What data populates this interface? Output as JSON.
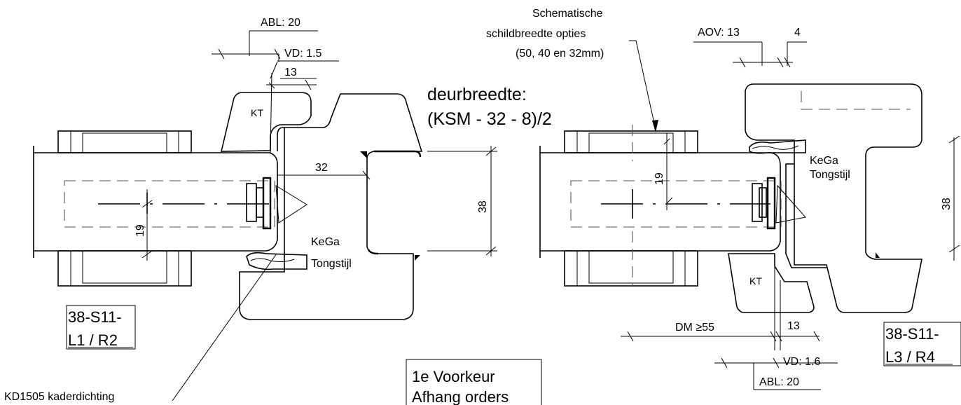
{
  "labels": {
    "schematic_line1": "Schematische",
    "schematic_line2": "schildbreedte opties",
    "schematic_line3": "(50, 40 en 32mm)",
    "door_width_line1": "deurbreedte:",
    "door_width_line2": "(KSM - 32 - 8)/2",
    "preference_line1": "1e Voorkeur",
    "preference_line2": "Afhang orders",
    "kd_sealing": "KD1505 kaderdichting"
  },
  "left_detail": {
    "abl": "ABL: 20",
    "vd": "VD: 1.5",
    "dim_13": "13",
    "kt": "KT",
    "dim_32": "32",
    "dim_19": "19",
    "dim_38": "38",
    "kega_line1": "KeGa",
    "kega_line2": "Tongstijl",
    "code_line1": "38-S11-",
    "code_line2": "L1 / R2"
  },
  "right_detail": {
    "aov": "AOV: 13",
    "dim_4": "4",
    "dim_19": "19",
    "dim_38": "38",
    "kega_line1": "KeGa",
    "kega_line2": "Tongstijl",
    "kt": "KT",
    "dm": "DM ≥55",
    "dim_13": "13",
    "vd": "VD: 1.6",
    "abl": "ABL: 20",
    "code_line1": "38-S11-",
    "code_line2": "L3 / R4"
  }
}
